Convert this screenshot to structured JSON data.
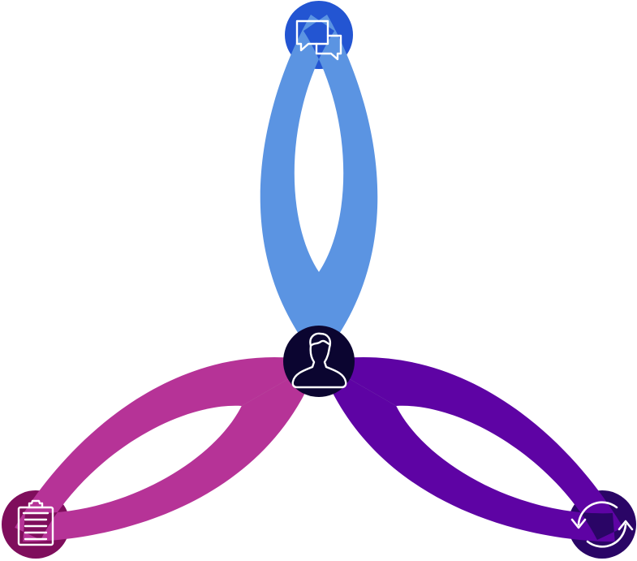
{
  "diagram": {
    "colors": {
      "background": "#ffffff",
      "petal_top": "#5b94e2",
      "petal_top_overlap": "#2355d2",
      "petal_left": "#b63397",
      "petal_left_overlap": "#7f0e5c",
      "petal_right": "#5e03a4",
      "petal_right_overlap": "#2a0566",
      "hub": "#0b0530",
      "icon_stroke": "#ffffff"
    },
    "nodes": [
      {
        "id": "top",
        "icon": "chat-bubbles-icon"
      },
      {
        "id": "left",
        "icon": "clipboard-icon"
      },
      {
        "id": "right",
        "icon": "refresh-cycle-icon"
      },
      {
        "id": "center",
        "icon": "user-silhouette-icon"
      }
    ]
  }
}
